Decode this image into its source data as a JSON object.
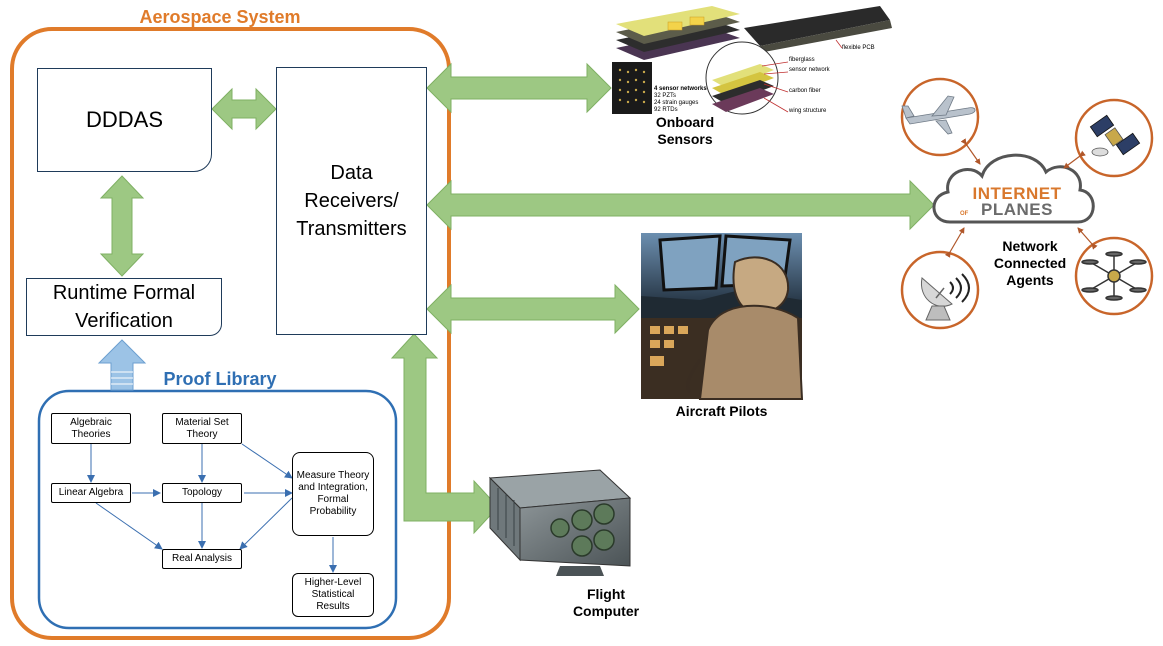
{
  "system_title": "Aerospace System",
  "dddas": "DDDAS",
  "data_rx": [
    "Data",
    "Receivers/",
    "Transmitters"
  ],
  "rfv": [
    "Runtime Formal",
    "Verification"
  ],
  "proof_library": "Proof Library",
  "proof_nodes": {
    "algebraic": "Algebraic Theories",
    "material": "Material Set Theory",
    "linear": "Linear Algebra",
    "topology": "Topology",
    "measure": "Measure Theory and Integration, Formal Probability",
    "real": "Real Analysis",
    "higher": "Higher-Level Statistical Results"
  },
  "sensor_image_text": {
    "networks_title": "4 sensor networks",
    "networks": [
      "32 PZTs",
      "24 strain gauges",
      "92 RTDs"
    ],
    "layers": [
      "fiberglass",
      "sensor network",
      "carbon fiber",
      "wing structure"
    ],
    "pcb": "flexible PCB"
  },
  "onboard_sensors": [
    "Onboard",
    "Sensors"
  ],
  "internet_of_planes": {
    "line1": "INTERNET",
    "of": "OF",
    "line2": "PLANES"
  },
  "network_agents": [
    "Network",
    "Connected",
    "Agents"
  ],
  "aircraft_pilots": "Aircraft Pilots",
  "flight_computer": [
    "Flight",
    "Computer"
  ],
  "colors": {
    "orange": "#e07b2a",
    "blue": "#2f6fb3",
    "arrow_fill": "#9dc883",
    "arrow_stroke": "#7fb063",
    "light_blue": "#9cc3e6",
    "iop_orange": "#d9782d",
    "iop_gray": "#6b6b6b"
  },
  "icons": [
    "airplane-icon",
    "satellite-icon",
    "radar-dish-icon",
    "drone-icon",
    "cloud-icon",
    "pilot-cockpit-image",
    "flight-computer-image",
    "sensor-layers-image"
  ]
}
